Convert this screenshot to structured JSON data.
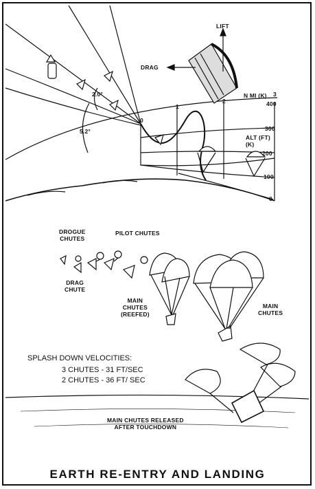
{
  "title": "EARTH RE-ENTRY AND LANDING",
  "capsule_forces": {
    "lift": "LIFT",
    "drag": "DRAG"
  },
  "trajectory": {
    "angle_small": "2.0°",
    "angle_large": "5.2°",
    "range_axis_label": "N MI (K)",
    "range_ticks": [
      "0",
      "1",
      "2",
      "3"
    ],
    "alt_axis_label": "ALT (FT)\n(K)",
    "alt_ticks": [
      "400",
      "300",
      "200",
      "100",
      "0"
    ]
  },
  "parachute_labels": {
    "drogue": "DROGUE\nCHUTES",
    "pilot": "PILOT CHUTES",
    "drag": "DRAG\nCHUTE",
    "main_reefed": "MAIN\nCHUTES\n(REEFED)",
    "main": "MAIN\nCHUTES"
  },
  "splashdown": {
    "heading": "SPLASH DOWN VELOCITIES:",
    "lines": [
      "3 CHUTES - 31 FT/SEC",
      "2 CHUTES - 36 FT/ SEC"
    ],
    "release_note": "MAIN CHUTES RELEASED\nAFTER TOUCHDOWN"
  }
}
